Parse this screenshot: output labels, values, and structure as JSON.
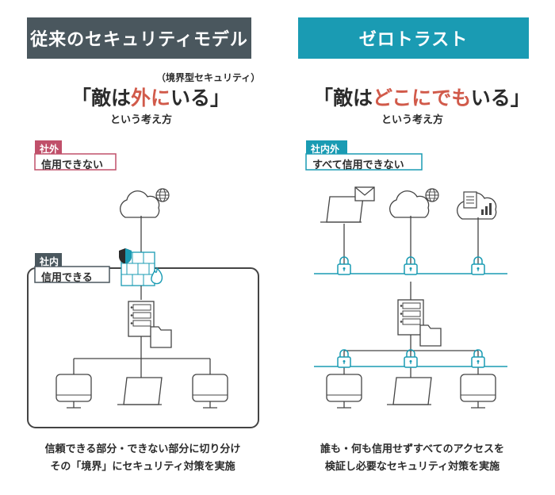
{
  "left": {
    "header": "従来のセキュリティモデル",
    "note": "（境界型セキュリティ）",
    "tagline_pre": "「敵は",
    "tagline_hl": "外に",
    "tagline_post": "いる」",
    "sub": "という考え方",
    "outside_tag": "社外",
    "outside_label": "信用できない",
    "inside_tag": "社内",
    "inside_label": "信用できる",
    "caption_line1": "信頼できる部分・できない部分に切り分け",
    "caption_line2": "その「境界」にセキュリティ対策を実施"
  },
  "right": {
    "header": "ゼロトラスト",
    "tagline_pre": "「敵は",
    "tagline_hl": "どこにでも",
    "tagline_post": "いる」",
    "sub": "という考え方",
    "tag": "社内外",
    "label": "すべて信用できない",
    "caption_line1": "誰も・何も信用せずすべてのアクセスを",
    "caption_line2": "検証し必要なセキュリティ対策を実施"
  },
  "colors": {
    "left_header": "#4a575e",
    "right_header": "#1a9bb3",
    "accent_red": "#d15a4a",
    "outside_tag": "#c0506a",
    "teal": "#1a9bb3"
  }
}
